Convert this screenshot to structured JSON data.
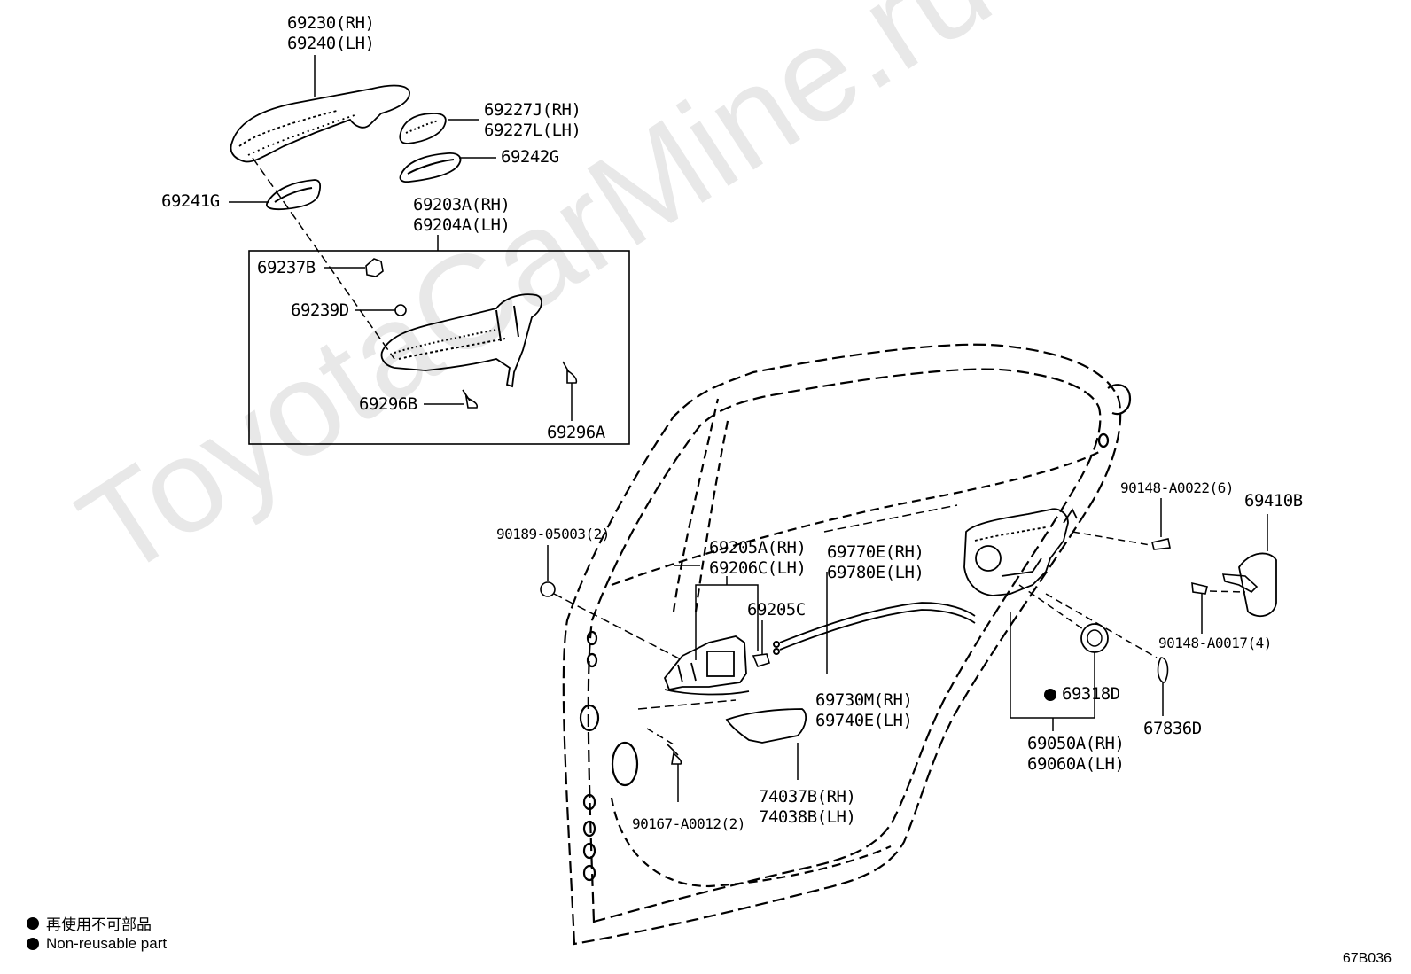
{
  "watermark": "ToyotaCarMine.ru",
  "diagram_code": "67B036",
  "legend": [
    {
      "symbol": "filled-circle-icon",
      "text": "再使用不可部品"
    },
    {
      "symbol": "filled-circle-icon",
      "text": "Non-reusable part"
    }
  ],
  "parts": {
    "outer_handle_rh": "69230(RH)",
    "outer_handle_lh": "69240(LH)",
    "cap_rh": "69227J(RH)",
    "cap_lh": "69227L(LH)",
    "pad_242g": "69242G",
    "pad_241g": "69241G",
    "frame_rh": "69203A(RH)",
    "frame_lh": "69204A(LH)",
    "p69237b": "69237B",
    "p69239d": "69239D",
    "p69296b": "69296B",
    "p69296a": "69296A",
    "screw_90148_a0022": "90148-A0022(6)",
    "striker_69410b": "69410B",
    "screw_90148_a0017": "90148-A0017(4)",
    "p67836d": "67836D",
    "lock_rh": "69050A(RH)",
    "lock_lh": "69060A(LH)",
    "p69318d": "69318D",
    "clip_90189": "90189-05003(2)",
    "inner_handle_rh": "69205A(RH)",
    "inner_handle_lh": "69206C(LH)",
    "p69205c": "69205C",
    "cable_rh": "69770E(RH)",
    "cable_lh": "69780E(LH)",
    "rod_rh": "69730M(RH)",
    "rod_lh": "69740E(LH)",
    "bezel_rh": "74037B(RH)",
    "bezel_lh": "74038B(LH)",
    "screw_90167": "90167-A0012(2)"
  }
}
